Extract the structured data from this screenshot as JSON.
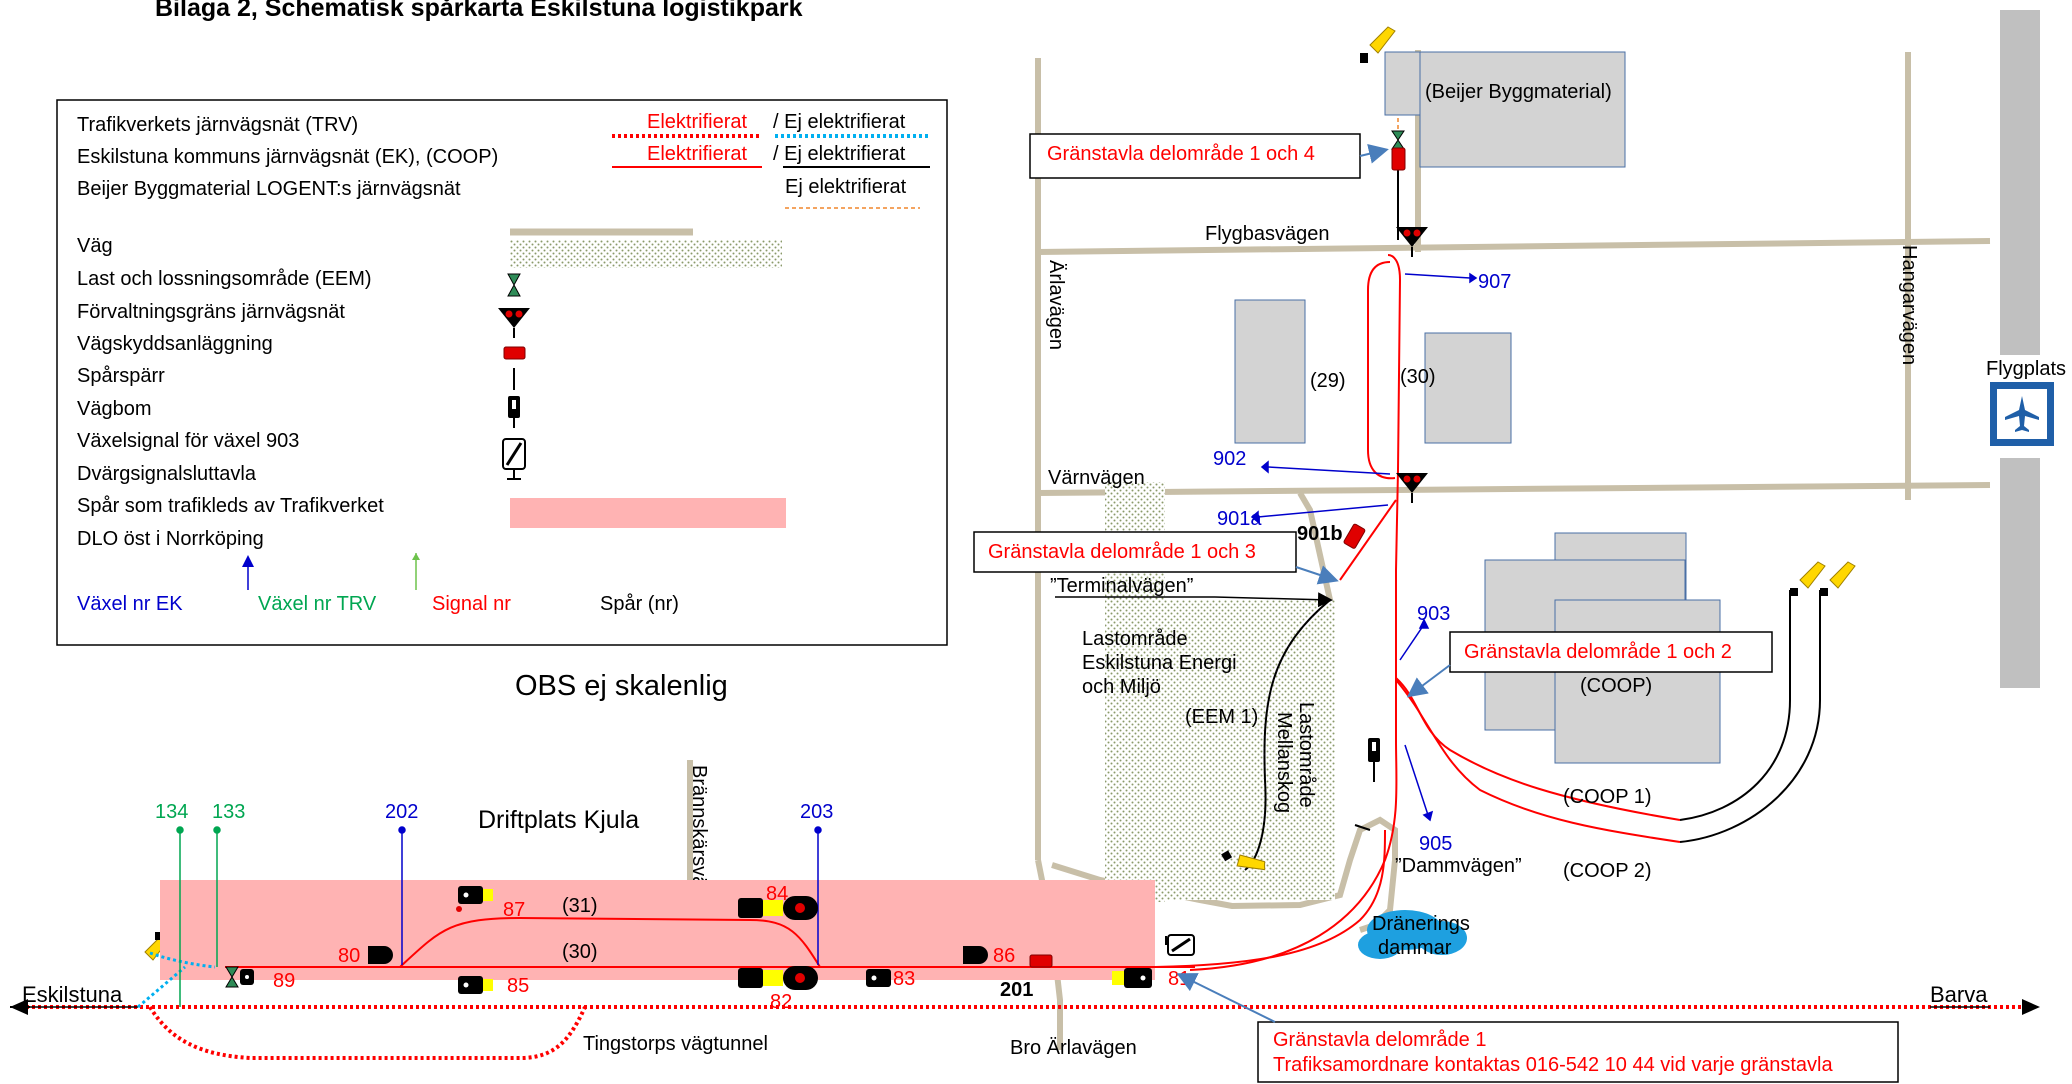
{
  "title": "Bilaga 2, Schematisk spårkarta Eskilstuna logistikpark",
  "legend": {
    "rows": [
      "Trafikverkets järnvägsnät (TRV)",
      "Eskilstuna kommuns järnvägsnät (EK), (COOP)",
      "Beijer Byggmaterial LOGENT:s järnvägsnät",
      "Väg",
      "Last och lossningsområde (EEM)",
      "Förvaltningsgräns järnvägsnät",
      "Vägskyddsanläggning",
      "Spårspärr",
      "Vägbom",
      "Växelsignal för växel 903",
      "Dvärgsignalsluttavla",
      "Spår som trafikleds av Trafikverket",
      "DLO öst i Norrköping"
    ],
    "elektrifierat": "Elektrifierat",
    "ej_elektrifierat": "/ Ej elektrifierat",
    "ej_elektrifierat_plain": "Ej elektrifierat",
    "vaxel_ek": "Växel nr EK",
    "vaxel_trv": "Växel nr TRV",
    "signal_nr": "Signal nr",
    "spar_nr": "Spår (nr)"
  },
  "note_scale": "OBS ej skalenlig",
  "places": {
    "eskilstuna": "Eskilstuna",
    "barva": "Barva",
    "driftplats": "Driftplats Kjula",
    "flygplats": "Flygplats",
    "tingstorp": "Tingstorps vägtunnel",
    "bro": "Bro Ärlavägen",
    "beijer": "(Beijer Byggmaterial)",
    "coop": "(COOP)",
    "lastomrade_eem_1": "Lastområde",
    "lastomrade_eem_2": "Eskilstuna Energi",
    "lastomrade_eem_3": "och Miljö",
    "lastomrade_mellanskog_1": "Lastområde",
    "lastomrade_mellanskog_2": "Mellanskog",
    "draneringsdammar_1": "Dränerings",
    "draneringsdammar_2": "dammar"
  },
  "roads": {
    "flygbasvagen": "Flygbasvägen",
    "varnvagen": "Värnvägen",
    "arlavagen": "Ärlavägen",
    "hangarvagen": "Hangarvägen",
    "brannskarsvagen": "Brännskärsvägen",
    "terminalvagen": "”Terminalvägen”",
    "dammvagen": "”Dammvägen”"
  },
  "tracks": {
    "t29": "(29)",
    "t30_north": "(30)",
    "t30_kjula": "(30)",
    "t31": "(31)",
    "eem1": "(EEM 1)",
    "coop1": "(COOP 1)",
    "coop2": "(COOP 2)",
    "t201": "201",
    "t901b": "901b"
  },
  "switches_ek": {
    "s202": "202",
    "s203": "203",
    "s901a": "901a",
    "s902": "902",
    "s903": "903",
    "s905": "905",
    "s907": "907"
  },
  "switches_trv": {
    "s133": "133",
    "s134": "134"
  },
  "signals": {
    "s80": "80",
    "s81": "81",
    "s82": "82",
    "s83": "83",
    "s84": "84",
    "s85": "85",
    "s86": "86",
    "s87": "87",
    "s89": "89"
  },
  "boundaries": {
    "b14": "Gränstavla delområde 1 och 4",
    "b13": "Gränstavla delområde 1 och 3",
    "b12": "Gränstavla delområde 1 och 2",
    "b1_line1": "Gränstavla delområde 1",
    "b1_line2": "Trafiksamordnare kontaktas 016-542 10 44 vid varje gränstavla"
  },
  "colors": {
    "trv_track": "#ff0000",
    "ek_switch": "#0000cc",
    "trv_switch": "#00a651",
    "road": "#c8bfa8",
    "trv_area": "#ffb3b3",
    "building": "#d3d3d3",
    "signal_text": "#ff0000",
    "boundary_arrow": "#4a7ebb",
    "ej_elektrifierat_blue": "#00b0f0",
    "beijer_orange": "#f4a460"
  },
  "icons": {
    "airport": "airplane-icon",
    "road_barrier": "road-barrier-icon",
    "derailer": "derailer-icon",
    "loading_area": "loading-area-icon",
    "boundary_signal": "boundary-signal-icon",
    "dwarf_signal": "dwarf-signal-icon",
    "pond": "pond-icon"
  }
}
